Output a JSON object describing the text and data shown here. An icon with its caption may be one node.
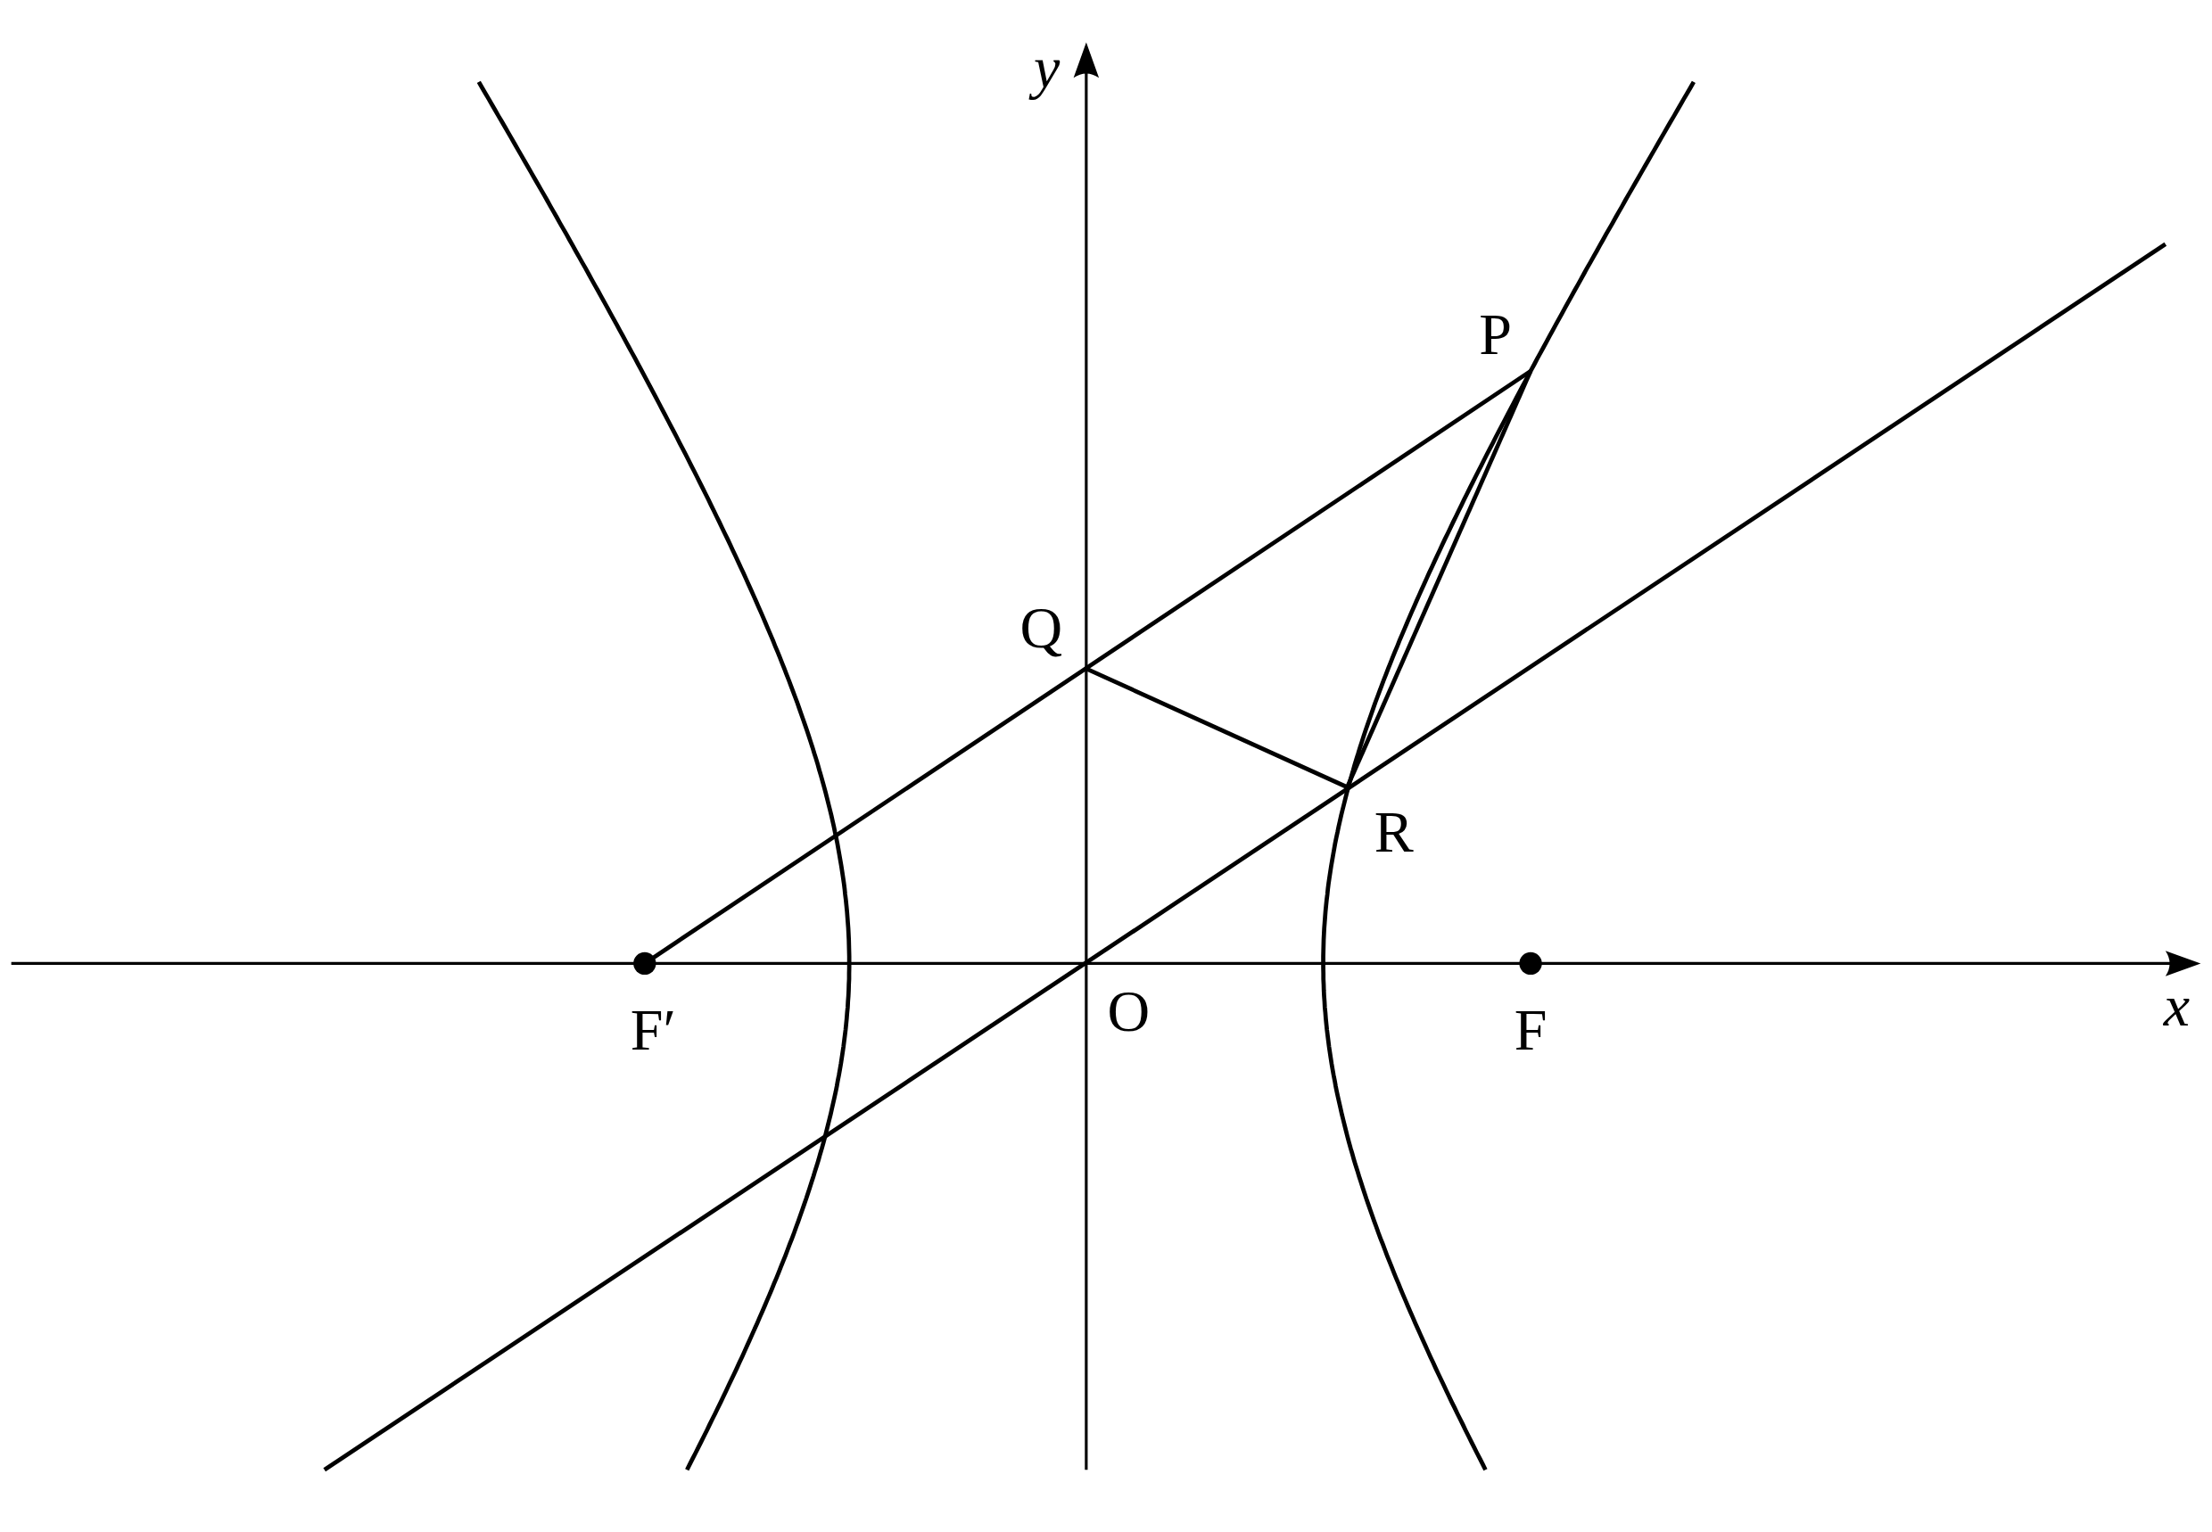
{
  "diagram": {
    "labels": [
      "y",
      "P",
      "Q",
      "R",
      "F′",
      "O",
      "F",
      "x"
    ]
  }
}
